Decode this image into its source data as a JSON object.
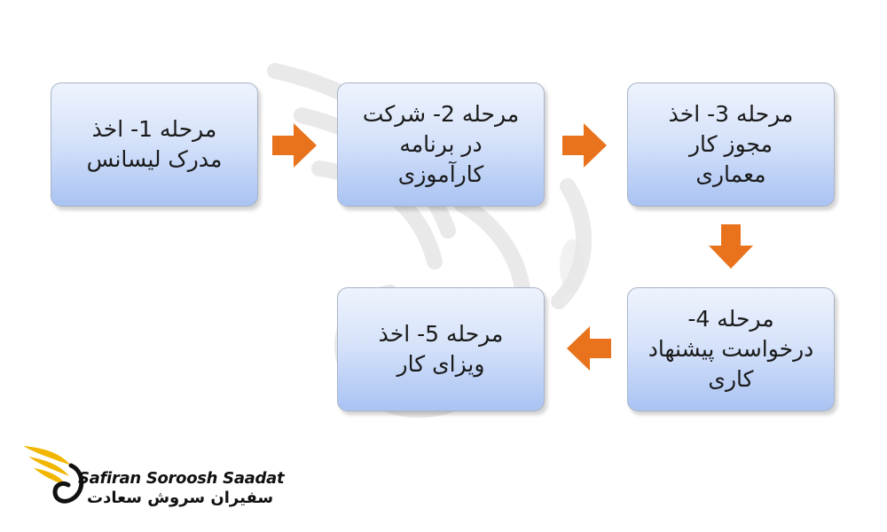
{
  "steps": [
    {
      "text": "مرحله 1- اخذ\nمدرک لیسانس"
    },
    {
      "text": "مرحله 2- شرکت\nدر برنامه\nکارآموزی"
    },
    {
      "text": "مرحله 3- اخذ\nمجوز کار\nمعماری"
    },
    {
      "text": "مرحله 4-\nدرخواست پیشنهاد\nکاری"
    },
    {
      "text": "مرحله 5- اخذ\nویزای کار"
    }
  ],
  "logo": {
    "name_en": "Safiran Soroosh Saadat",
    "name_fa": "سفیران سروش سعادت"
  },
  "colors": {
    "arrow": "#e8731c",
    "box_border": "#a9b4c6",
    "box_top": "#eef3fd",
    "box_bottom": "#a9c3f3",
    "logo_wing": "#f2b600"
  }
}
